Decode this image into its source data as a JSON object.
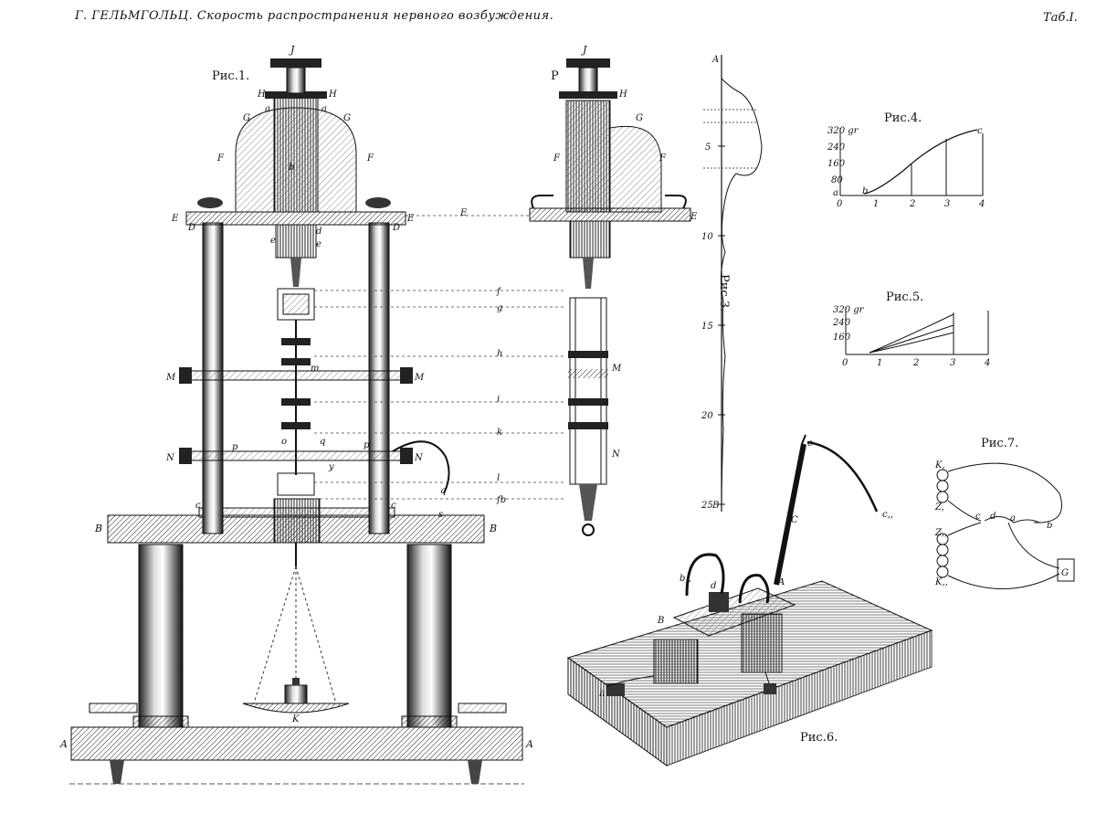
{
  "header": {
    "title": "Г. ГЕЛЬМГОЛЬЦ. Скорость распространения нервного возбуждения.",
    "plate": "Таб.I."
  },
  "figures": {
    "fig1": "Рис.1.",
    "fig2": "Р",
    "fig3": "Рис.3.",
    "fig4": "Рис.4.",
    "fig5": "Рис.5.",
    "fig6": "Рис.6.",
    "fig7": "Рис.7."
  },
  "fig1_letters": {
    "J": "J",
    "H": "H",
    "G": "G",
    "a": "a",
    "F": "F",
    "E": "E",
    "D": "D",
    "d": "d",
    "e": "e",
    "M": "M",
    "N": "N",
    "p": "p",
    "o": "o",
    "q": "q",
    "y": "y",
    "c": "c",
    "s": "s",
    "B": "B",
    "A": "A",
    "K": "K",
    "b": "b",
    "m": "m"
  },
  "guide_letters": [
    "E",
    "f",
    "g",
    "h",
    "i",
    "k",
    "l",
    "fb"
  ],
  "fig3_ticks": [
    "5",
    "10",
    "15",
    "20",
    "25"
  ],
  "fig3_ends": {
    "top": "A",
    "bottom": "B"
  },
  "fig4": {
    "ymax_label": "320 gr",
    "y_ticks": [
      "240",
      "160",
      "80"
    ],
    "x_ticks": [
      "0",
      "1",
      "2",
      "3",
      "4"
    ],
    "point_c": "c",
    "point_a": "a",
    "point_b": "b"
  },
  "fig5": {
    "ymax_label": "320 gr",
    "y_ticks": [
      "240",
      "160"
    ],
    "x_ticks": [
      "0",
      "1",
      "2",
      "3",
      "4"
    ]
  },
  "fig6_letters": {
    "A": "A",
    "B": "B",
    "C": "C",
    "c": "c",
    "d": "d",
    "bb": "b,,",
    "h": "h",
    "cc": "c,,"
  },
  "fig7_letters": {
    "K1": "K,",
    "Z1": "Z,",
    "Z2": "Z,,",
    "K2": "K,,",
    "c": "c",
    "d": "d",
    "a": "a",
    "b": "b",
    "G": "G"
  }
}
